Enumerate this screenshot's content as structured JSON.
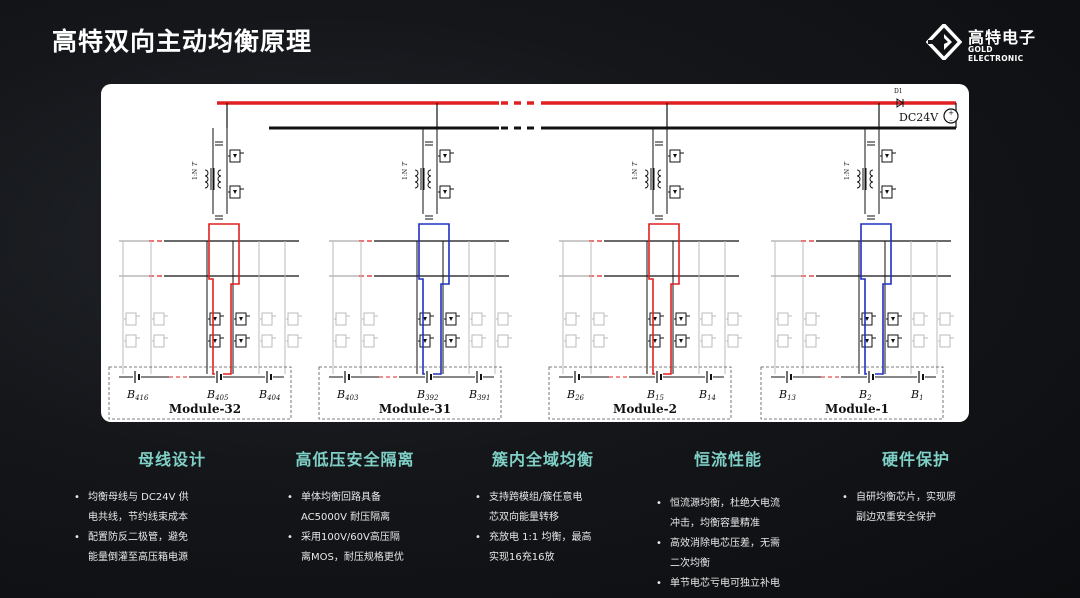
{
  "title": "高特双向主动均衡原理",
  "logo": {
    "name_cn": "高特电子",
    "name_en": "GOLD ELECTRONIC",
    "icon": "gold-electronic-logo-icon"
  },
  "diagram": {
    "power_label": "DC24V",
    "diode_label": "D1",
    "transformer_label": "1:N",
    "transformer_name": "T",
    "modules": [
      {
        "name": "Module-32",
        "left_battery": "B416",
        "mid_battery": "B405",
        "right_battery": "B404"
      },
      {
        "name": "Module-31",
        "left_battery": "B403",
        "mid_battery": "B392",
        "right_battery": "B391"
      },
      {
        "name": "Module-2",
        "left_battery": "B26",
        "mid_battery": "B15",
        "right_battery": "B14"
      },
      {
        "name": "Module-1",
        "left_battery": "B13",
        "mid_battery": "B2",
        "right_battery": "B1"
      }
    ]
  },
  "features": [
    {
      "title": "母线设计",
      "items": [
        [
          "均衡母线与 DC24V 供",
          "电共线，节约线束成本"
        ],
        [
          "配置防反二极管，避免",
          "能量倒灌至高压箱电源"
        ]
      ]
    },
    {
      "title": "高低压安全隔离",
      "items": [
        [
          "单体均衡回路具备",
          "AC5000V 耐压隔离"
        ],
        [
          "采用100V/60V高压隔",
          "离MOS，耐压规格更优"
        ]
      ]
    },
    {
      "title": "簇内全域均衡",
      "items": [
        [
          "支持跨模组/簇任意电",
          "芯双向能量转移"
        ],
        [
          "充放电 1:1 均衡，最高",
          "实现16充16放"
        ]
      ]
    },
    {
      "title": "恒流性能",
      "items": [
        [
          "恒流源均衡，杜绝大电流",
          "冲击，均衡容量精准"
        ],
        [
          "高效消除电芯压差，无需",
          "二次均衡"
        ],
        [
          "单节电芯亏电可独立补电"
        ]
      ]
    },
    {
      "title": "硬件保护",
      "items": [
        [
          "自研均衡芯片，实现原",
          "副边双重安全保护"
        ]
      ]
    }
  ]
}
